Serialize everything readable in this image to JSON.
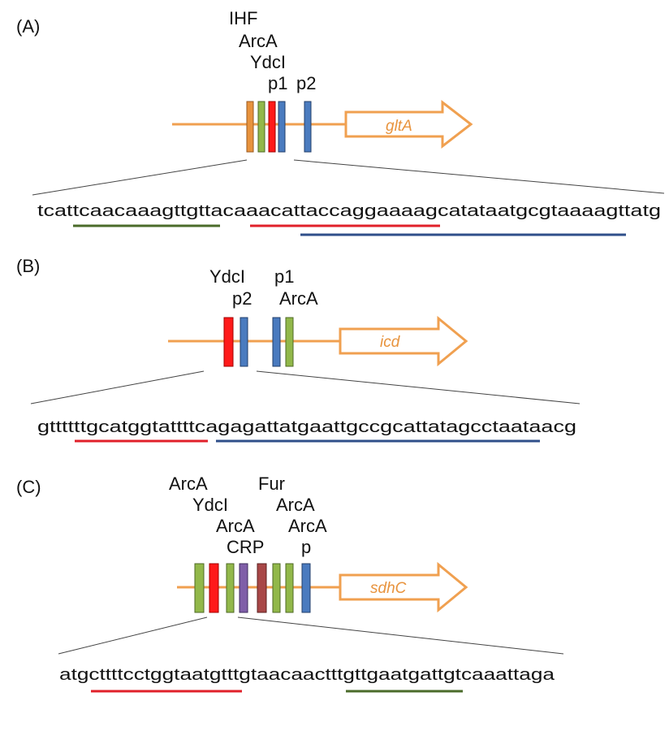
{
  "colors": {
    "line": "#f0a050",
    "green": "#92b84a",
    "red": "#ff1a1a",
    "blue": "#4a7bbf",
    "orange_box": "#e8933d",
    "purple": "#7f5ea8",
    "brown": "#a84747",
    "underline_green": "#4a6b2a",
    "underline_red": "#e0202a",
    "underline_blue": "#2f4f8a"
  },
  "panels": [
    {
      "id": "A",
      "tag": "(A)",
      "labels": [
        "IHF",
        "ArcA",
        "YdcI",
        "p1",
        "p2"
      ],
      "gene": "gltA",
      "sequence": "tcattcaacaaagttgttacaaacattaccaggaaaagcatataatgcgtaaaagttatg"
    },
    {
      "id": "B",
      "tag": "(B)",
      "labels": [
        "YdcI",
        "p1",
        "p2",
        "ArcA"
      ],
      "gene": "icd",
      "sequence": "gttttttgcatggtattttcagagattatgaattgccgcattatagcctaataacg"
    },
    {
      "id": "C",
      "tag": "(C)",
      "labels": [
        "ArcA",
        "Fur",
        "YdcI",
        "ArcA",
        "ArcA",
        "ArcA",
        "CRP",
        "p"
      ],
      "gene": "sdhC",
      "sequence": "atgcttttcctggtaatgtttgtaacaactttgttgaatgattgtcaaattaga"
    }
  ]
}
